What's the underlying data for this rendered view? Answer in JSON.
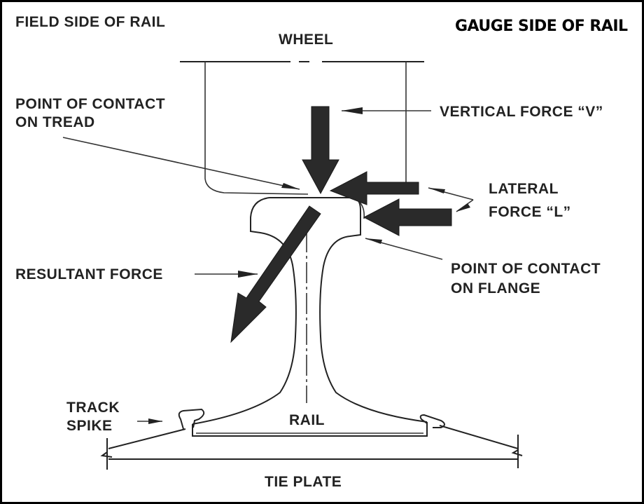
{
  "diagram": {
    "title_left": "FIELD SIDE OF RAIL",
    "title_right": "GAUGE SIDE OF RAIL",
    "labels": {
      "wheel": "WHEEL",
      "point_contact_tread_line1": "POINT OF CONTACT",
      "point_contact_tread_line2": "ON TREAD",
      "vertical_force": "VERTICAL FORCE “V”",
      "lateral_force_line1": "LATERAL",
      "lateral_force_line2": "FORCE “L”",
      "resultant_force": "RESULTANT FORCE",
      "point_contact_flange_line1": "POINT OF CONTACT",
      "point_contact_flange_line2": "ON FLANGE",
      "track_spike_line1": "TRACK",
      "track_spike_line2": "SPIKE",
      "rail": "RAIL",
      "tie_plate": "TIE PLATE"
    },
    "colors": {
      "force_arrow": "#2a2a2a",
      "line": "#222222",
      "border": "#000000",
      "background": "#ffffff"
    }
  }
}
